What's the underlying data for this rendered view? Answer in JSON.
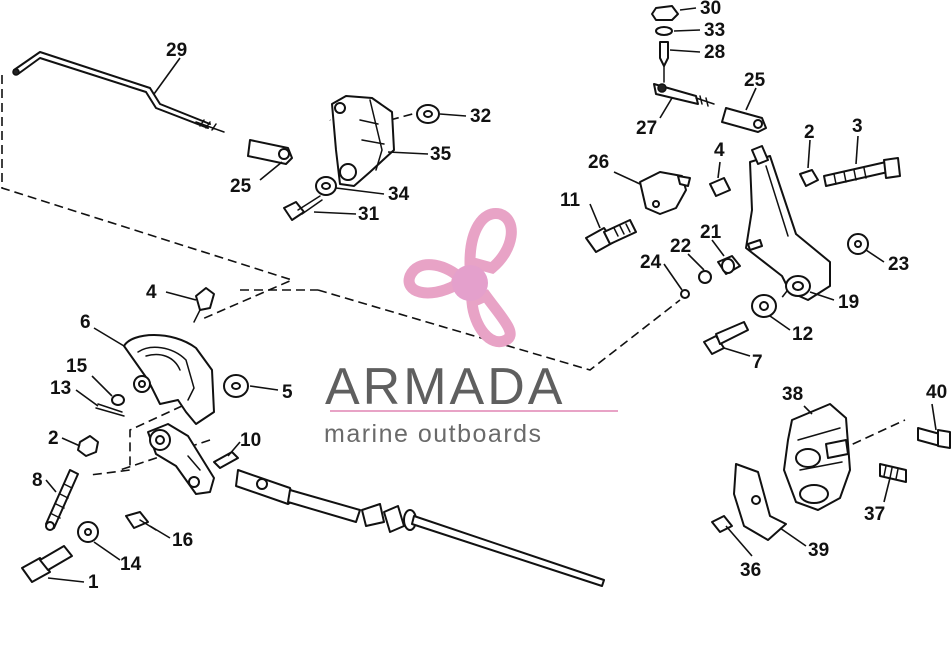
{
  "watermark": {
    "brand": "ARMADA",
    "tagline": "marine outboards",
    "logo_color": "#e8a3c6",
    "logo_center_color": "#e4a0cc",
    "text_color": "#5f5f5f"
  },
  "callouts": {
    "c1": "1",
    "c2a": "2",
    "c2b": "2",
    "c3": "3",
    "c4a": "4",
    "c4b": "4",
    "c5": "5",
    "c6": "6",
    "c7": "7",
    "c8": "8",
    "c10": "10",
    "c11": "11",
    "c12": "12",
    "c13": "13",
    "c14": "14",
    "c15": "15",
    "c16": "16",
    "c19": "19",
    "c21": "21",
    "c22": "22",
    "c23": "23",
    "c24": "24",
    "c25a": "25",
    "c25b": "25",
    "c26": "26",
    "c27": "27",
    "c28": "28",
    "c29": "29",
    "c30": "30",
    "c31": "31",
    "c32": "32",
    "c33": "33",
    "c34": "34",
    "c35": "35",
    "c36": "36",
    "c37": "37",
    "c38": "38",
    "c39": "39",
    "c40": "40"
  }
}
